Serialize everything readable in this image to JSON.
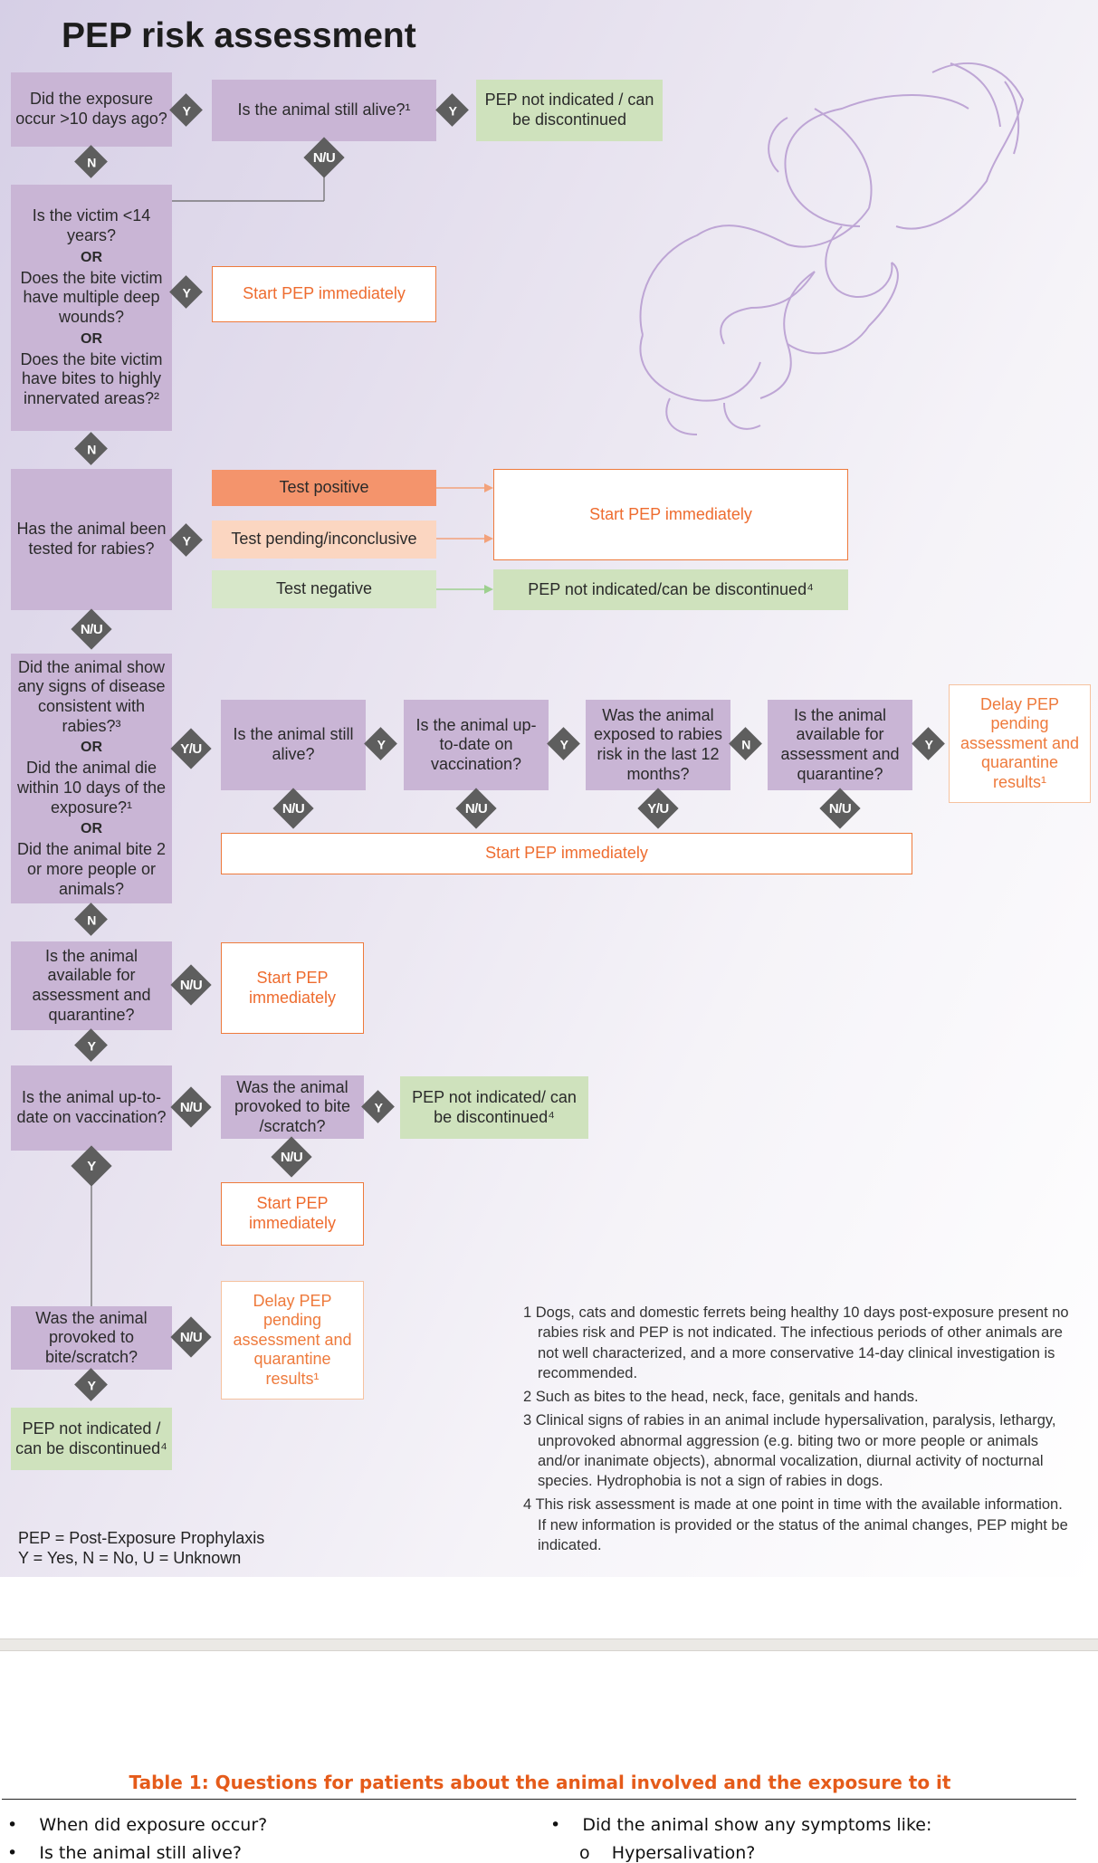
{
  "title": "PEP risk assessment",
  "boxes": {
    "q_exposure": "Did the exposure occur >10 days ago?",
    "q_alive": "Is the animal still alive?¹",
    "r_not_indicated_1": "PEP not indicated / can be discontinued",
    "q_victim_a": "Is the victim <14 years?",
    "or": "OR",
    "q_victim_b": "Does the bite victim have multiple deep wounds?",
    "q_victim_c": "Does the bite victim have bites to highly innervated areas?²",
    "r_start_1": "Start PEP immediately",
    "q_tested": "Has the animal been tested for rabies?",
    "test_positive": "Test positive",
    "test_pending": "Test pending/inconclusive",
    "test_negative": "Test negative",
    "r_start_2": "Start PEP immediately",
    "r_not_indicated_2": "PEP not indicated/can be discontinued⁴",
    "q_signs_a": "Did the animal show any signs of disease consistent with rabies?³",
    "q_signs_b": "Did the animal die within 10 days of the exposure?¹",
    "q_signs_c": "Did the animal bite 2 or more people or animals?",
    "q_alive_2": "Is the animal still alive?",
    "q_vacc_1": "Is the animal up-to-date on vaccination?",
    "q_exposed": "Was the animal exposed to rabies risk in the last 12 months?",
    "q_available_1": "Is the animal available for assessment and quarantine?",
    "r_delay_1": "Delay PEP pending assessment and quarantine results¹",
    "r_start_3": "Start PEP immediately",
    "q_available_2": "Is the animal available for assessment and quarantine?",
    "r_start_4": "Start PEP immediately",
    "q_vacc_2": "Is the animal up-to-date on vaccination?",
    "q_provoked_1": "Was the animal provoked to bite /scratch?",
    "r_not_indicated_3": "PEP not indicated/ can be discontinued⁴",
    "r_start_5": "Start PEP immediately",
    "q_provoked_2": "Was the animal provoked to bite/scratch?",
    "r_delay_2": "Delay PEP pending assessment and quarantine results¹",
    "r_not_indicated_4": "PEP not indicated / can be discontinued⁴"
  },
  "decisions": {
    "y": "Y",
    "n": "N",
    "nu": "N/U",
    "yu": "Y/U"
  },
  "footnotes": [
    "1 Dogs, cats and domestic ferrets being healthy 10 days post-exposure present no rabies risk and PEP is not indicated. The infectious periods of other animals are not well characterized, and a more conservative 14-day clinical investigation is recommended.",
    "2 Such as bites to the head, neck, face, genitals and hands.",
    "3 Clinical signs of rabies in an animal include hypersalivation, paralysis, lethargy, unprovoked abnormal aggression (e.g. biting two or more people or animals and/or inanimate objects), abnormal vocalization, diurnal activity of nocturnal species. Hydrophobia is not a sign of rabies in dogs.",
    "4 This risk assessment is made at one point in time with the available information. If new information is provided or the status of the animal changes, PEP might be indicated."
  ],
  "legend": {
    "line1": "PEP = Post-Exposure Prophylaxis",
    "line2": "Y = Yes,  N = No, U = Unknown"
  },
  "table1": {
    "title": "Table 1: Questions for patients about the animal involved and the exposure to it",
    "left": [
      "When did exposure occur?",
      "Is the animal still alive?"
    ],
    "right": [
      "Did the animal show any symptoms like:"
    ],
    "right_sub": [
      "Hypersalivation?"
    ]
  },
  "colors": {
    "question": "#c9b5d5",
    "negative": "#cfe2bd",
    "start": "#ee6c2f",
    "decision": "#5e5e5e",
    "table_title": "#e55b1a"
  }
}
